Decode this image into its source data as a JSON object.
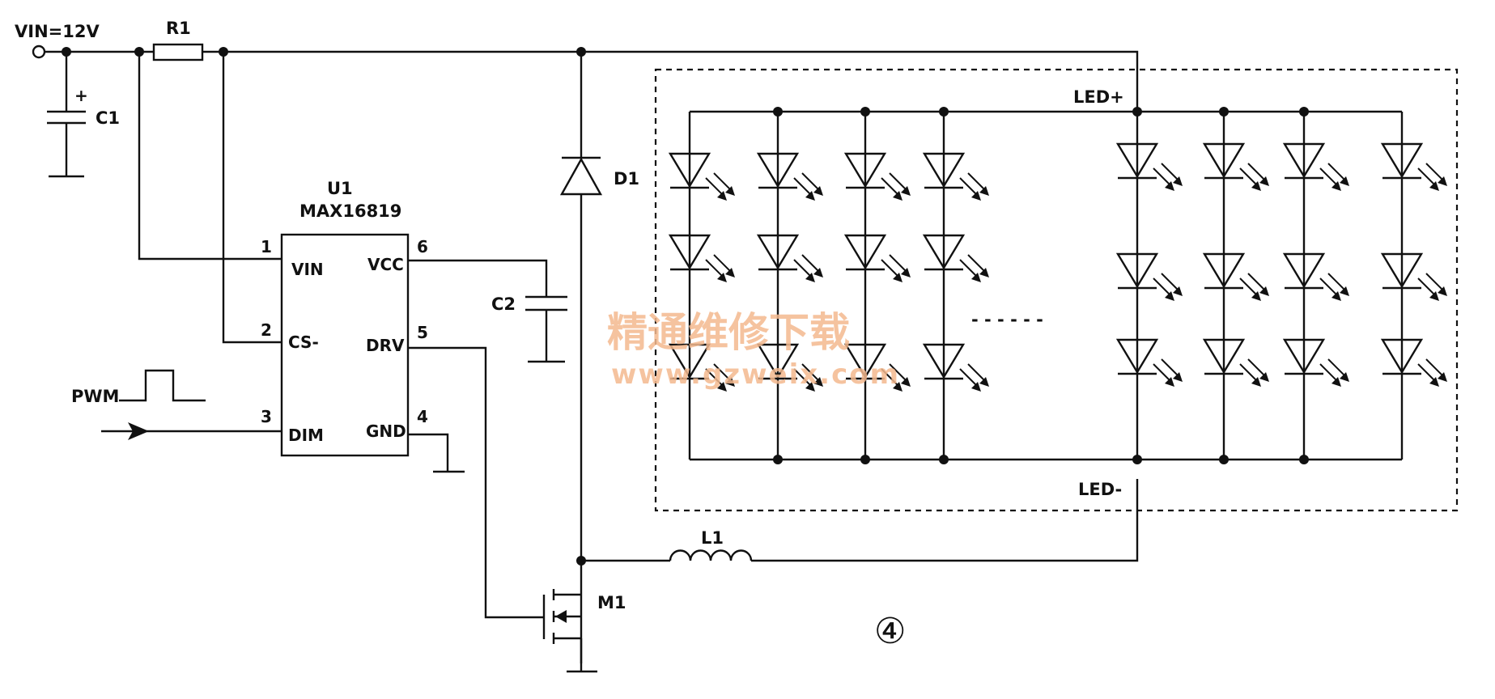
{
  "labels": {
    "vin": "VIN=12V",
    "r1": "R1",
    "c1": "C1",
    "c1_plus": "+",
    "u1": "U1",
    "u1_part": "MAX16819",
    "d1": "D1",
    "c2": "C2",
    "l1": "L1",
    "m1": "M1",
    "pwm": "PWM",
    "led_plus": "LED+",
    "led_minus": "LED-",
    "figure_number": "④"
  },
  "ic_pins": {
    "left": [
      {
        "num": "1",
        "name": "VIN"
      },
      {
        "num": "2",
        "name": "CS-"
      },
      {
        "num": "3",
        "name": "DIM"
      }
    ],
    "right": [
      {
        "num": "6",
        "name": "VCC"
      },
      {
        "num": "5",
        "name": "DRV"
      },
      {
        "num": "4",
        "name": "GND"
      }
    ]
  },
  "watermark": {
    "line1": "精通维修下载",
    "line2": "www.gzweix.com"
  },
  "led_array": {
    "left_group": {
      "strings": 4,
      "leds_per_string": 3
    },
    "right_group": {
      "strings": 4,
      "leds_per_string": 3
    },
    "ellipsis": "- - - - - -"
  },
  "colors": {
    "ink": "#111111",
    "watermark": "#f4b98f",
    "background": "#ffffff"
  }
}
